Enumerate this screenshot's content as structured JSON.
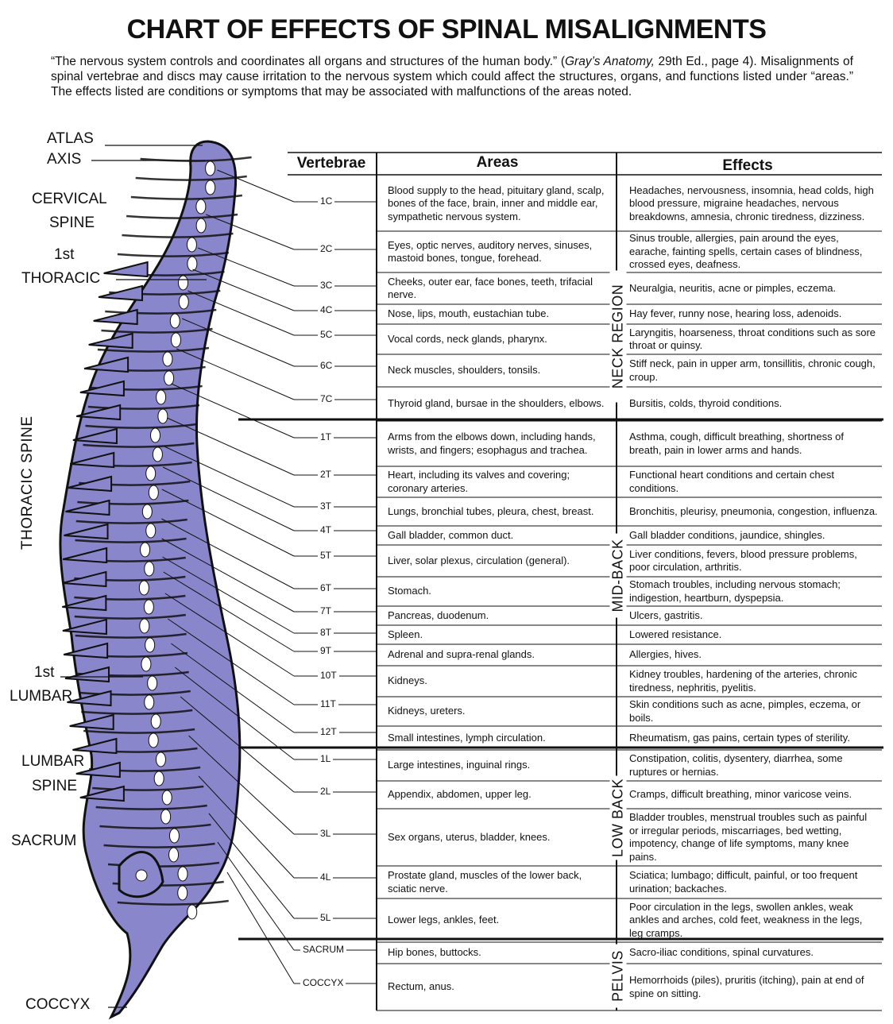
{
  "title": "CHART OF EFFECTS OF SPINAL MISALIGNMENTS",
  "intro": {
    "part1": "“The nervous system controls and coordinates all organs and structures of the human body.” (",
    "source_italic": "Gray’s Anatomy,",
    "part2": " 29th Ed., page 4). Misalignments of spinal vertebrae and discs may cause irritation to the nervous system which could affect the structures, organs, and functions listed under “areas.” The effects listed are conditions or symptoms that may be associated with malfunctions of the areas noted."
  },
  "spine_labels": {
    "atlas": "ATLAS",
    "axis": "AXIS",
    "cervical": "CERVICAL",
    "spine1": "SPINE",
    "first_thoracic_1": "1st",
    "first_thoracic_2": "THORACIC",
    "thoracic_spine": "THORACIC SPINE",
    "first_lumbar_1": "1st",
    "first_lumbar_2": "LUMBAR",
    "lumbar": "LUMBAR",
    "spine2": "SPINE",
    "sacrum": "SACRUM",
    "coccyx": "COCCYX"
  },
  "colors": {
    "spine": "#8a86cc",
    "outline": "#111111",
    "disc": "#ffffff"
  },
  "table": {
    "headers": {
      "vertebrae": "Vertebrae",
      "areas": "Areas",
      "effects": "Effects"
    },
    "regions": {
      "neck": "NECK REGION",
      "mid_back": "MID-BACK",
      "low_back": "LOW BACK",
      "pelvis": "PELVIS"
    },
    "rows": [
      {
        "vertebra": "1C",
        "area": "Blood supply to the head, pituitary gland, scalp, bones of the face, brain, inner and middle ear, sympathetic nervous system.",
        "effect": "Headaches, nervousness, insomnia, head colds, high blood pressure, migraine headaches, nervous breakdowns, amnesia, chronic tiredness, dizziness."
      },
      {
        "vertebra": "2C",
        "area": "Eyes, optic nerves, auditory nerves, sinuses, mastoid bones, tongue, forehead.",
        "effect": "Sinus trouble, allergies, pain around the eyes, earache, fainting spells, certain cases of blindness, crossed eyes, deafness."
      },
      {
        "vertebra": "3C",
        "area": "Cheeks, outer ear, face bones, teeth, trifacial nerve.",
        "effect": "Neuralgia, neuritis, acne or pimples, eczema."
      },
      {
        "vertebra": "4C",
        "area": "Nose, lips, mouth, eustachian tube.",
        "effect": "Hay fever, runny nose, hearing loss, adenoids."
      },
      {
        "vertebra": "5C",
        "area": "Vocal cords, neck glands, pharynx.",
        "effect": "Laryngitis, hoarseness, throat conditions such as sore throat or quinsy."
      },
      {
        "vertebra": "6C",
        "area": "Neck muscles, shoulders, tonsils.",
        "effect": "Stiff neck, pain in upper arm, tonsillitis, chronic cough, croup."
      },
      {
        "vertebra": "7C",
        "area": "Thyroid gland, bursae in the shoulders, elbows.",
        "effect": "Bursitis, colds, thyroid conditions."
      },
      {
        "vertebra": "1T",
        "area": "Arms from the elbows down, including hands, wrists, and fingers; esophagus and trachea.",
        "effect": "Asthma, cough, difficult breathing, shortness of breath, pain in lower arms and hands."
      },
      {
        "vertebra": "2T",
        "area": "Heart, including its valves and covering; coronary arteries.",
        "effect": "Functional heart conditions and certain chest conditions."
      },
      {
        "vertebra": "3T",
        "area": "Lungs, bronchial tubes, pleura, chest, breast.",
        "effect": "Bronchitis, pleurisy, pneumonia, congestion, influenza."
      },
      {
        "vertebra": "4T",
        "area": "Gall bladder, common duct.",
        "effect": "Gall bladder conditions, jaundice, shingles."
      },
      {
        "vertebra": "5T",
        "area": "Liver, solar plexus, circulation (general).",
        "effect": "Liver conditions, fevers, blood pressure problems, poor circulation, arthritis."
      },
      {
        "vertebra": "6T",
        "area": "Stomach.",
        "effect": "Stomach troubles, including nervous stomach; indigestion, heartburn, dyspepsia."
      },
      {
        "vertebra": "7T",
        "area": "Pancreas, duodenum.",
        "effect": "Ulcers, gastritis."
      },
      {
        "vertebra": "8T",
        "area": "Spleen.",
        "effect": "Lowered resistance."
      },
      {
        "vertebra": "9T",
        "area": "Adrenal and supra-renal glands.",
        "effect": "Allergies, hives."
      },
      {
        "vertebra": "10T",
        "area": "Kidneys.",
        "effect": "Kidney troubles, hardening of the arteries, chronic tiredness, nephritis, pyelitis."
      },
      {
        "vertebra": "11T",
        "area": "Kidneys, ureters.",
        "effect": "Skin conditions such as acne, pimples, eczema, or boils."
      },
      {
        "vertebra": "12T",
        "area": "Small intestines, lymph circulation.",
        "effect": "Rheumatism, gas pains, certain types of sterility."
      },
      {
        "vertebra": "1L",
        "area": "Large intestines, inguinal rings.",
        "effect": "Constipation, colitis, dysentery, diarrhea, some ruptures or hernias."
      },
      {
        "vertebra": "2L",
        "area": "Appendix, abdomen, upper leg.",
        "effect": "Cramps, difficult breathing, minor varicose veins."
      },
      {
        "vertebra": "3L",
        "area": "Sex organs, uterus, bladder, knees.",
        "effect": "Bladder troubles, menstrual troubles such as painful or irregular periods, miscarriages, bed wetting, impotency, change of life symptoms, many knee pains."
      },
      {
        "vertebra": "4L",
        "area": "Prostate gland, muscles of the lower back, sciatic nerve.",
        "effect": "Sciatica; lumbago; difficult, painful, or too frequent urination; backaches."
      },
      {
        "vertebra": "5L",
        "area": "Lower legs, ankles, feet.",
        "effect": "Poor circulation in the legs, swollen ankles, weak ankles and arches, cold feet, weakness in the legs, leg cramps."
      },
      {
        "vertebra": "SACRUM",
        "area": "Hip bones, buttocks.",
        "effect": "Sacro-iliac conditions, spinal curvatures."
      },
      {
        "vertebra": "COCCYX",
        "area": "Rectum, anus.",
        "effect": "Hemorrhoids (piles), pruritis (itching), pain at end of spine on sitting."
      }
    ]
  }
}
